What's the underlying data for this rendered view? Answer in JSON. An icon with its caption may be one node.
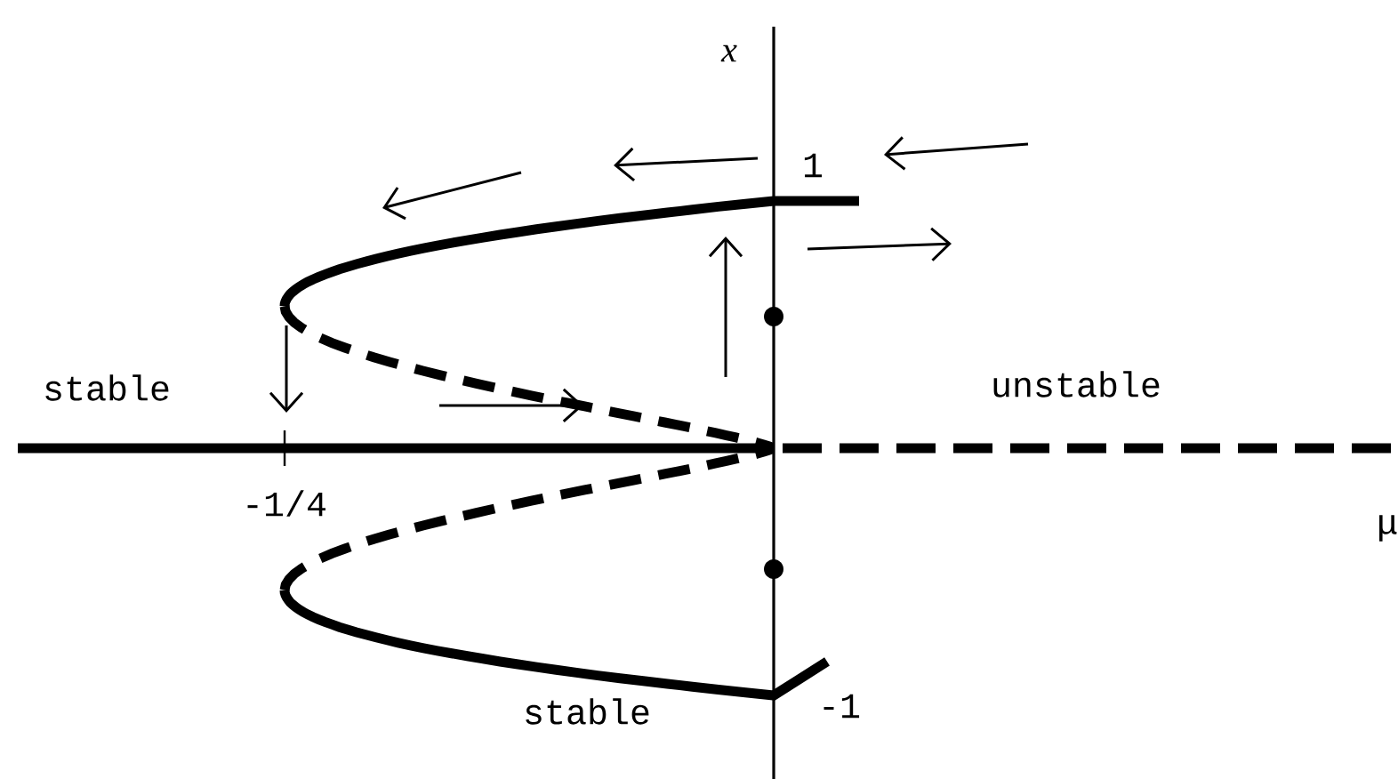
{
  "diagram": {
    "labels": [
      "x",
      "1",
      "stable",
      "unstable",
      "-1/4",
      "μ",
      "stable",
      "-1"
    ]
  }
}
